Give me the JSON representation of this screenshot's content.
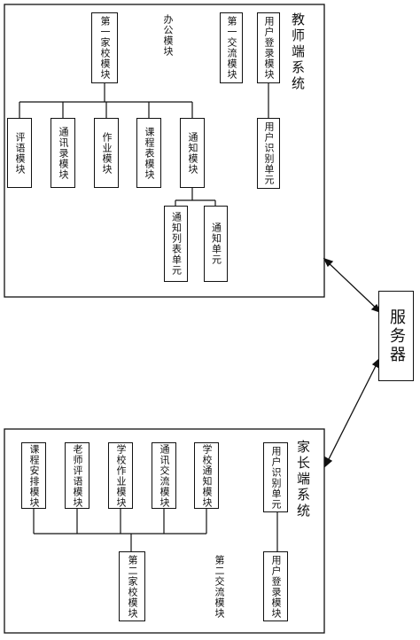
{
  "server": {
    "label": "服务器"
  },
  "teacher_system": {
    "title": "教师端系统",
    "login": "用户登录模块",
    "identify": "用户识别单元",
    "exchange": "第一交流模块",
    "office": "办公模块",
    "home_school": "第一家校模块",
    "submodules": [
      "通知模块",
      "课程表模块",
      "作业模块",
      "通讯录模块",
      "评语模块"
    ],
    "notify_units": [
      "通知单元",
      "通知列表单元"
    ]
  },
  "parent_system": {
    "title": "家长端系统",
    "identify": "用户识别单元",
    "login": "用户登录模块",
    "exchange": "第二交流模块",
    "home_school": "第二家校模块",
    "submodules": [
      "学校通知模块",
      "通讯交流模块",
      "学校作业模块",
      "老师评语模块",
      "课程安排模块"
    ]
  }
}
